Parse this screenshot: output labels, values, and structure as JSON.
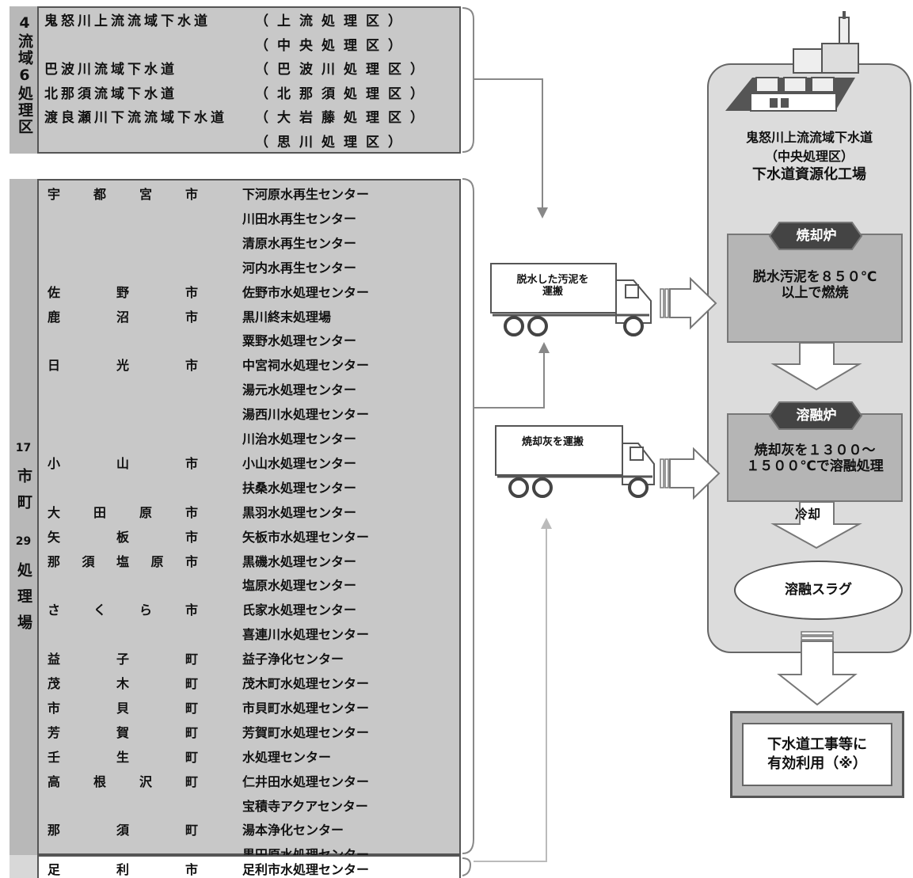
{
  "top_group": {
    "tag": "4流域6処理区",
    "rows": [
      {
        "system": "鬼怒川上流流域下水道",
        "district": "（上流処理区）"
      },
      {
        "system": "",
        "district": "（中央処理区）"
      },
      {
        "system": "巴波川流域下水道",
        "district": "（巴波川処理区）"
      },
      {
        "system": "北那須流域下水道",
        "district": "（北那須処理区）"
      },
      {
        "system": "渡良瀬川下流流域下水道",
        "district": "（大岩藤処理区）"
      },
      {
        "system": "",
        "district": "（思川処理区）"
      }
    ]
  },
  "left_group": {
    "tag_a": "17",
    "tag_b": "市町",
    "tag_c": "29",
    "tag_d": "処理場",
    "rows": [
      {
        "muni": "宇都宮市",
        "plant": "下河原水再生センター"
      },
      {
        "muni": "",
        "plant": "川田水再生センター"
      },
      {
        "muni": "",
        "plant": "清原水再生センター"
      },
      {
        "muni": "",
        "plant": "河内水再生センター"
      },
      {
        "muni": "佐野市",
        "plant": "佐野市水処理センター"
      },
      {
        "muni": "鹿沼市",
        "plant": "黒川終末処理場"
      },
      {
        "muni": "",
        "plant": "粟野水処理センター"
      },
      {
        "muni": "日光市",
        "plant": "中宮祠水処理センター"
      },
      {
        "muni": "",
        "plant": "湯元水処理センター"
      },
      {
        "muni": "",
        "plant": "湯西川水処理センター"
      },
      {
        "muni": "",
        "plant": "川治水処理センター"
      },
      {
        "muni": "小山市",
        "plant": "小山水処理センター"
      },
      {
        "muni": "",
        "plant": "扶桑水処理センター"
      },
      {
        "muni": "大田原市",
        "plant": "黒羽水処理センター"
      },
      {
        "muni": "矢板市",
        "plant": "矢板市水処理センター"
      },
      {
        "muni": "那須塩原市",
        "plant": "黒磯水処理センター"
      },
      {
        "muni": "",
        "plant": "塩原水処理センター"
      },
      {
        "muni": "さくら市",
        "plant": "氏家水処理センター"
      },
      {
        "muni": "",
        "plant": "喜連川水処理センター"
      },
      {
        "muni": "益子町",
        "plant": "益子浄化センター"
      },
      {
        "muni": "茂木町",
        "plant": "茂木町水処理センター"
      },
      {
        "muni": "市貝町",
        "plant": "市貝町水処理センター"
      },
      {
        "muni": "芳賀町",
        "plant": "芳賀町水処理センター"
      },
      {
        "muni": "壬生町",
        "plant": "水処理センター"
      },
      {
        "muni": "高根沢町",
        "plant": "仁井田水処理センター"
      },
      {
        "muni": "",
        "plant": "宝積寺アクアセンター"
      },
      {
        "muni": "那須町",
        "plant": "湯本浄化センター"
      },
      {
        "muni": "",
        "plant": "黒田原水処理センター"
      }
    ],
    "last_row": {
      "muni": "足利市",
      "plant": "足利市水処理センター"
    }
  },
  "trucks": {
    "truck1_label": "脱水した汚泥を運搬",
    "truck2_label": "焼却灰を運搬"
  },
  "plant": {
    "line1": "鬼怒川上流流域下水道",
    "line2": "（中央処理区）",
    "line3": "下水道資源化工場",
    "incinerator_label": "焼却炉",
    "incinerator_text1": "脱水汚泥を８５０℃",
    "incinerator_text2": "以上で燃焼",
    "melting_label": "溶融炉",
    "melting_text1": "焼却灰を１３００～",
    "melting_text2": "１５００℃で溶融処理",
    "cooling": "冷却",
    "slag": "溶融スラグ",
    "reuse_line1": "下水道工事等に",
    "reuse_line2": "有効利用（※）"
  }
}
